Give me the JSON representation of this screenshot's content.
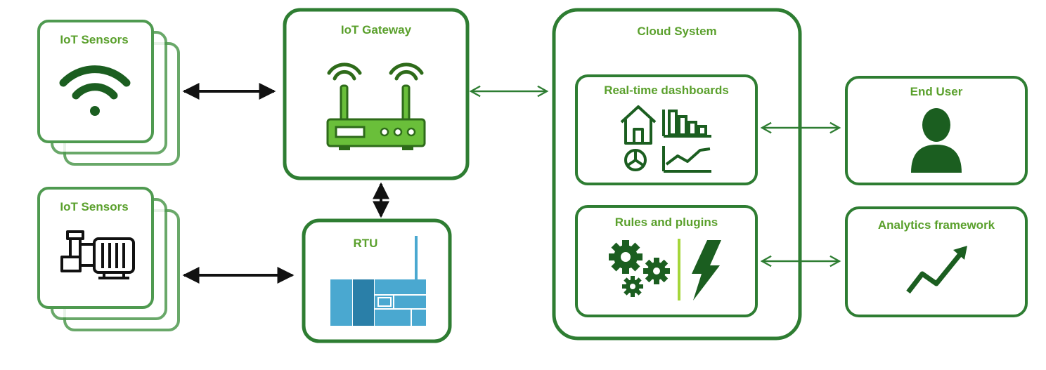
{
  "colors": {
    "frame": "#2e7d32",
    "label": "#5aa02c",
    "icon_dark": "#1b5e20",
    "router_fill": "#6abf3a",
    "router_dark": "#2e6b1a",
    "rtu_blue": "#4aa8d0",
    "rtu_dark": "#2a7fa8",
    "arrow": "#111111",
    "accent_bar": "#a5d63a"
  },
  "nodes": {
    "sensors_top": {
      "label": "IoT Sensors",
      "icon": "wifi-icon"
    },
    "sensors_bottom": {
      "label": "IoT Sensors",
      "icon": "motor-pump-icon"
    },
    "gateway": {
      "label": "IoT Gateway",
      "icon": "router-icon"
    },
    "rtu": {
      "label": "RTU",
      "icon": "rtu-controller-icon"
    },
    "cloud": {
      "label": "Cloud System"
    },
    "dashboards": {
      "label": "Real-time dashboards",
      "icons": [
        "home-icon",
        "bar-chart-icon",
        "pie-chart-icon",
        "line-chart-icon"
      ]
    },
    "rules": {
      "label": "Rules and plugins",
      "icons": [
        "gears-icon",
        "lightning-icon"
      ]
    },
    "end_user": {
      "label": "End User",
      "icon": "user-icon"
    },
    "analytics": {
      "label": "Analytics framework",
      "icon": "trend-up-icon"
    }
  }
}
